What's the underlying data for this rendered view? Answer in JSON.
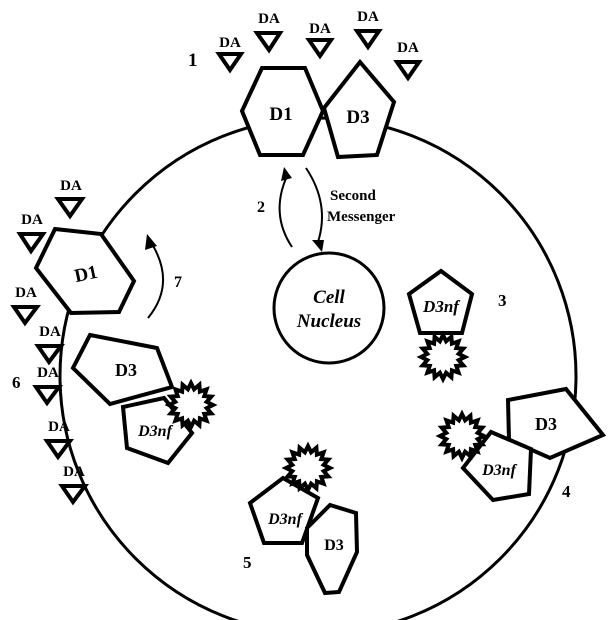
{
  "step_numbers": {
    "s1": "1",
    "s2": "2",
    "s3": "3",
    "s4": "4",
    "s5": "5",
    "s6": "6",
    "s7": "7"
  },
  "ligand": "DA",
  "receptors": {
    "d1": "D1",
    "d3": "D3",
    "d3nf": "D3nf"
  },
  "nucleus": {
    "line1": "Cell",
    "line2": "Nucleus"
  },
  "second_messenger": {
    "line1": "Second",
    "line2": "Messenger"
  }
}
